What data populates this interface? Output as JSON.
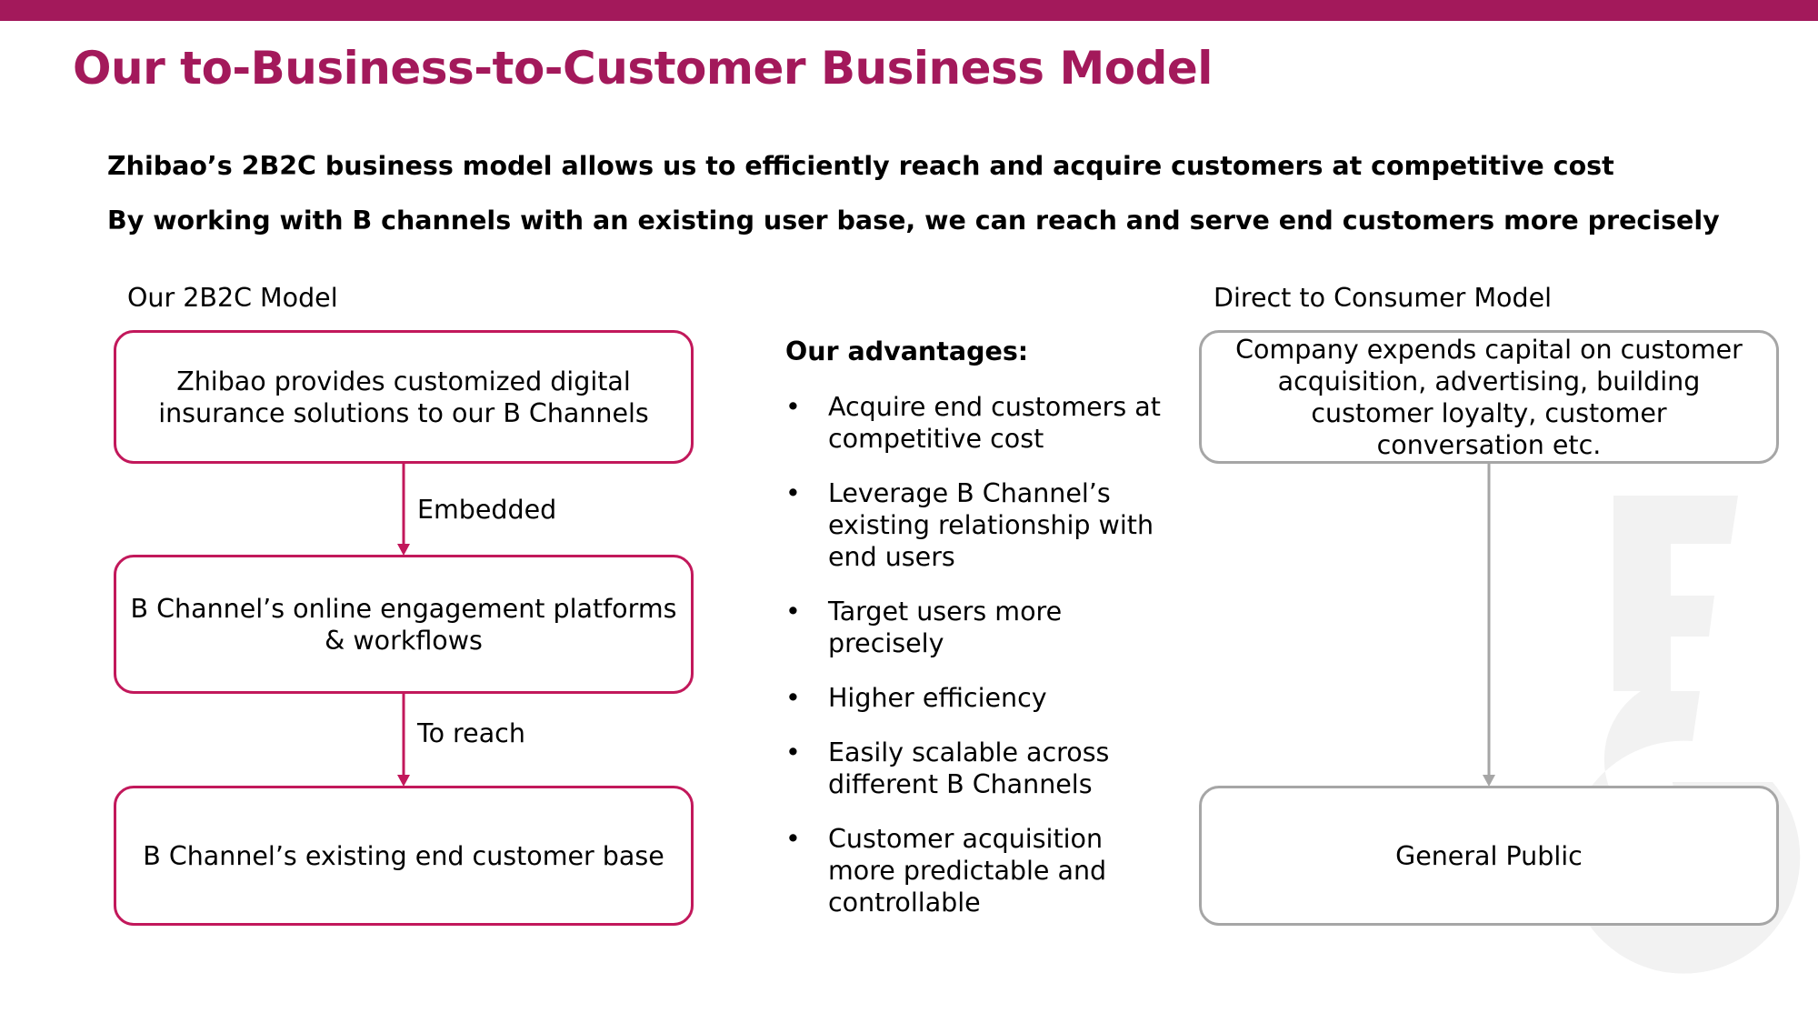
{
  "title": "Our to-Business-to-Customer Business Model",
  "headlines": [
    "Zhibao’s 2B2C business model allows us to efficiently reach and acquire customers at competitive cost",
    "By working with B channels with an existing user base, we can reach and serve end customers more precisely"
  ],
  "left_model": {
    "label": "Our 2B2C Model",
    "boxes": [
      "Zhibao provides customized digital insurance solutions to our B Channels",
      "B Channel’s online engagement platforms & workflows",
      "B Channel’s existing end customer base"
    ],
    "arrow_labels": [
      "Embedded",
      "To reach"
    ]
  },
  "advantages": {
    "title": "Our advantages:",
    "bullet": "•",
    "items": [
      "Acquire end customers at competitive cost",
      "Leverage B Channel’s existing relationship with end users",
      "Target users more precisely",
      "Higher efficiency",
      "Easily scalable across different B Channels",
      "Customer acquisition more predictable and controllable"
    ]
  },
  "right_model": {
    "label": "Direct to Consumer Model",
    "boxes": [
      "Company expends capital on customer acquisition, advertising, building customer loyalty, customer conversation etc.",
      "General Public"
    ]
  },
  "colors": {
    "accent": "#a3195b",
    "box_border": "#c2185b",
    "gray_border": "#a6a6a6",
    "watermark": "#f2f2f2"
  },
  "watermark_icon": "fg-logo-watermark"
}
